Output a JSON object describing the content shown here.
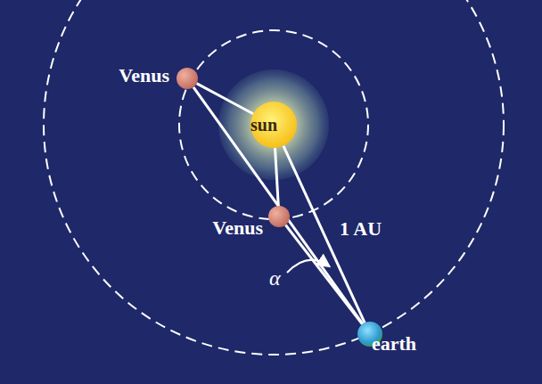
{
  "diagram": {
    "nodes": [
      {
        "text": [
          "sun"
        ]
      },
      {
        "text": [
          "Venus"
        ]
      },
      {
        "text": [
          "Venus"
        ]
      },
      {
        "text": [
          "earth"
        ]
      }
    ],
    "edges": [
      {
        "from": 1,
        "to": 0,
        "arrow": "none"
      },
      {
        "from": 0,
        "to": 2,
        "arrow": "none"
      },
      {
        "from": 1,
        "to": 3,
        "arrow": "none"
      },
      {
        "from": 2,
        "to": 3,
        "arrow": "none"
      },
      {
        "from": 0,
        "to": 3,
        "arrow": "none",
        "label": "1 AU"
      }
    ],
    "labels": [
      "α"
    ]
  }
}
